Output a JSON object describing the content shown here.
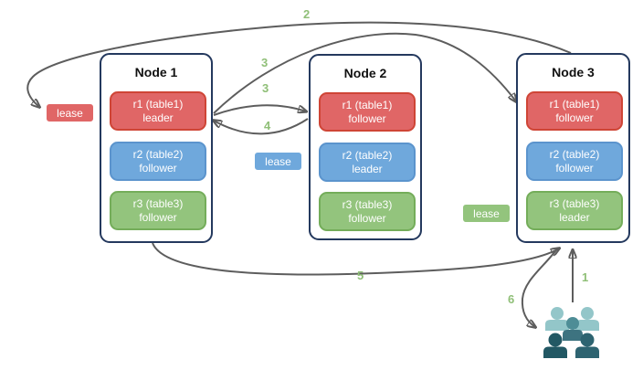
{
  "nodes": [
    {
      "title": "Node 1",
      "replicas": [
        {
          "name": "r1 (table1)",
          "role": "leader",
          "color": "red"
        },
        {
          "name": "r2 (table2)",
          "role": "follower",
          "color": "blue"
        },
        {
          "name": "r3 (table3)",
          "role": "follower",
          "color": "green"
        }
      ]
    },
    {
      "title": "Node 2",
      "replicas": [
        {
          "name": "r1 (table1)",
          "role": "follower",
          "color": "red"
        },
        {
          "name": "r2 (table2)",
          "role": "leader",
          "color": "blue"
        },
        {
          "name": "r3 (table3)",
          "role": "follower",
          "color": "green"
        }
      ]
    },
    {
      "title": "Node 3",
      "replicas": [
        {
          "name": "r1 (table1)",
          "role": "follower",
          "color": "red"
        },
        {
          "name": "r2 (table2)",
          "role": "follower",
          "color": "blue"
        },
        {
          "name": "r3 (table3)",
          "role": "leader",
          "color": "green"
        }
      ]
    }
  ],
  "leases": [
    {
      "label": "lease",
      "color": "#e06666"
    },
    {
      "label": "lease",
      "color": "#6fa8dc"
    },
    {
      "label": "lease",
      "color": "#93c47d"
    }
  ],
  "steps": {
    "s1": "1",
    "s2": "2",
    "s3a": "3",
    "s3b": "3",
    "s4": "4",
    "s5": "5",
    "s6": "6"
  },
  "icons": {
    "clients": "users-group"
  },
  "colors": {
    "replica_red": "#e06666",
    "replica_red_border": "#cf4536",
    "replica_blue": "#6fa8dc",
    "replica_blue_border": "#5b94cd",
    "replica_green": "#93c47d",
    "replica_green_border": "#74ad5a",
    "node_border": "#24395e",
    "arrow": "#5d5d5d",
    "step_label": "#8fbf77",
    "people_light": "#93c6c9",
    "people_medium": "#4e8d96",
    "people_dark": "#225864"
  }
}
